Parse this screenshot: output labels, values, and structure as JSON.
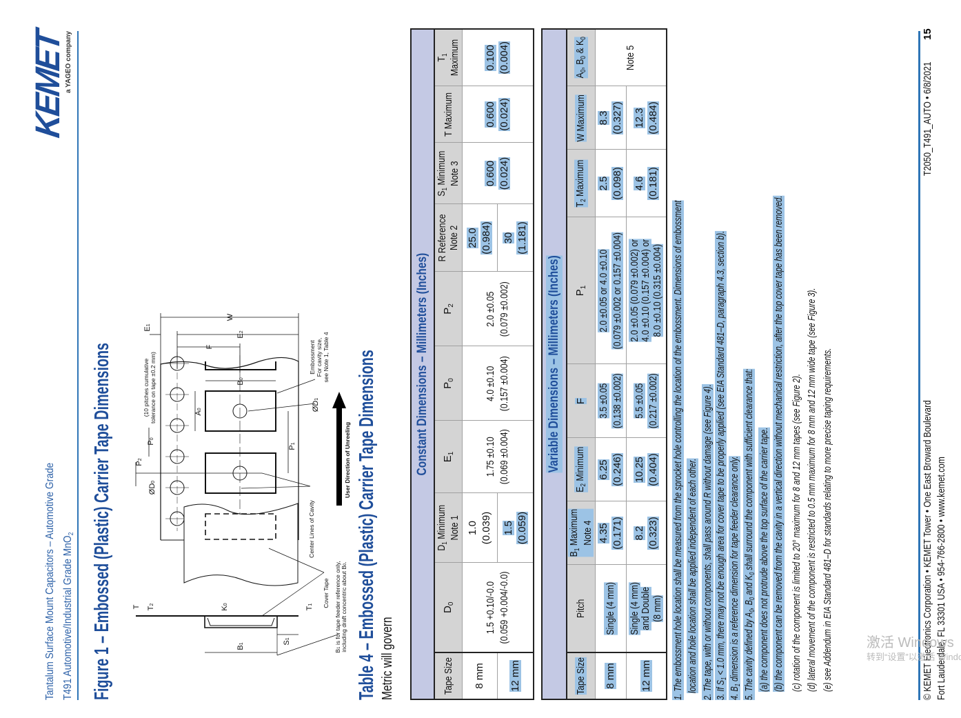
{
  "header": {
    "line1": "Tantalum Surface Mount Capacitors – Automotive Grade",
    "line2": "T491 Automotive/Industrial Grade MnO",
    "line2_sub": "2"
  },
  "logo": {
    "brand": "KEMET",
    "tagline": "a YAGEO company"
  },
  "figure_title": "Figure 1 – Embossed (Plastic) Carrier Tape Dimensions",
  "diagram": {
    "w": "W",
    "e1": {
      "t": "E",
      "s": "1"
    },
    "e2": {
      "t": "E",
      "s": "2"
    },
    "f": "F",
    "b0": {
      "t": "B",
      "s": "0"
    },
    "a0": {
      "t": "A",
      "s": "0"
    },
    "p0": {
      "t": "P",
      "s": "0"
    },
    "p1": {
      "t": "P",
      "s": "1"
    },
    "p2": {
      "t": "P",
      "s": "2"
    },
    "d0": {
      "t": "ØD",
      "s": "0"
    },
    "d1": {
      "t": "ØD",
      "s": "1"
    },
    "k0": {
      "t": "K",
      "s": "0"
    },
    "t": "T",
    "t2": {
      "t": "T",
      "s": "2"
    },
    "t1": {
      "t": "T",
      "s": "1"
    },
    "s1": {
      "t": "S",
      "s": "1"
    },
    "b1": {
      "t": "B",
      "s": "1"
    },
    "pitch_note": [
      "(10 pitches cumulative",
      "tolerance on tape ±0.2 mm)"
    ],
    "embossment": [
      "Embossment",
      "For cavity size,",
      "see Note 1, Table 4"
    ],
    "center_lines": "Center Lines of Cavity",
    "cover_tape": "Cover Tape",
    "direction": "User Direction of Unreeling",
    "b1_note": {
      "a": "B",
      "s": "1",
      "b": " is for tape feeder reference only,",
      "c": "including draft concentric about B",
      "s2": "0",
      "d": "."
    }
  },
  "table_title": "Table 4 – Embossed (Plastic) Carrier Tape Dimensions",
  "table_subtitle": "Metric will govern",
  "constant": {
    "title": "Constant Dimensions – Millimeters (Inches)",
    "headers": {
      "tape": "Tape Size",
      "d0": {
        "t": "D",
        "s": "0"
      },
      "d1": {
        "t": "D",
        "s": "1",
        "r": " Minimum",
        "n": "Note 1"
      },
      "e1": {
        "t": "E",
        "s": "1"
      },
      "p0": {
        "t": "P",
        "s": "0"
      },
      "p2": {
        "t": "P",
        "s": "2"
      },
      "r": {
        "t": "R Reference",
        "n": "Note 2"
      },
      "s1": {
        "t": "S",
        "s": "1",
        "r": " Minimum",
        "n": "Note 3"
      },
      "tmax": "T Maximum",
      "t1": {
        "t": "T",
        "s": "1",
        "n": "Maximum"
      }
    },
    "tape": [
      "8 mm",
      "12 mm"
    ],
    "d0": [
      "1.5 +0.10/-0.0",
      "(0.059 +0.004/-0.0)"
    ],
    "d1": [
      [
        "1.0",
        "(0.039)"
      ],
      [
        "1.5",
        "(0.059)"
      ]
    ],
    "e1": [
      "1.75 ±0.10",
      "(0.069 ±0.004)"
    ],
    "p0": [
      "4.0 ±0.10",
      "(0.157 ±0.004)"
    ],
    "p2": [
      "2.0 ±0.05",
      "(0.079 ±0.002)"
    ],
    "r": [
      [
        "25.0",
        "(0.984)"
      ],
      [
        "30",
        "(1.181)"
      ]
    ],
    "s1": [
      "0.600",
      "(0.024)"
    ],
    "t": [
      "0.600",
      "(0.024)"
    ],
    "t1": [
      "0.100",
      "(0.004)"
    ]
  },
  "variable": {
    "title": "Variable Dimensions – Millimeters (Inches)",
    "headers": {
      "tape": "Tape Size",
      "pitch": "Pitch",
      "b1": {
        "t": "B",
        "s": "1",
        "r": " Maximum",
        "n": "Note 4"
      },
      "e2": {
        "t": "E",
        "s": "2",
        "r": " Minimum"
      },
      "f": "F",
      "p1": {
        "t": "P",
        "s": "1"
      },
      "t2": {
        "t": "T",
        "s": "2",
        "r": " Maximum"
      },
      "w": "W Maximum",
      "abk": {
        "a": "A",
        "s1": "0",
        "b": ", B",
        "s2": "0",
        "c": " & K",
        "s3": "0"
      }
    },
    "rows": [
      {
        "tape": "8 mm",
        "pitch": [
          "Single (4 mm)"
        ],
        "b1": [
          "4.35",
          "(0.171)"
        ],
        "e2": [
          "6.25",
          "(0.246)"
        ],
        "f": [
          "3.5 ±0.05",
          "(0.138 ±0.002)"
        ],
        "p1": [
          "2.0 ±0.05 or 4.0 ±0.10",
          "(0.079 ±0.002 or 0.157 ±0.004)"
        ],
        "t2": [
          "2.5",
          "(0.098)"
        ],
        "w": [
          "8.3",
          "(0.327)"
        ]
      },
      {
        "tape": "12 mm",
        "pitch": [
          "Single (4 mm)",
          "and Double",
          "(8 mm)"
        ],
        "b1": [
          "8.2",
          "(0.323)"
        ],
        "e2": [
          "10.25",
          "(0.404)"
        ],
        "f": [
          "5.5 ±0.05",
          "(0.217 ±0.002)"
        ],
        "p1": [
          "2.0 ±0.05 (0.079 ±0.002) or",
          "4.0 ±0.10 (0.157 ±0.004) or",
          "8.0 ±0.10 (0.315 ±0.004)"
        ],
        "t2": [
          "4.6",
          "(0.181)"
        ],
        "w": [
          "12.3",
          "(0.484)"
        ]
      }
    ],
    "abk_note": "Note 5"
  },
  "notes": [
    [
      "1. The embossment hole location shall be measured from the sprocket hole controlling the location of the embossment. Dimensions of embossment"
    ],
    [
      "location and hole location shall be applied independent of each other."
    ],
    [
      "2. The tape, with or without components, shall pass around R without damage (see Figure 4)."
    ],
    [
      "3. If S",
      "1",
      " < 1.0 mm, there may not be enough area for cover tape to be properly applied (see EIA Standard 481–D, paragraph 4.3, section b)."
    ],
    [
      "4. B",
      "1",
      " dimension is a reference dimension for tape feeder clearance only."
    ],
    [
      "5. The cavity defined by A",
      "0",
      ", B",
      "0",
      " and K",
      "0",
      " shall surround the component with sufficient clearance that:"
    ],
    [
      "(a) the component does not protrude above the top surface of the carrier tape."
    ],
    [
      "(b) the component can be removed from the cavity in a vertical direction without mechanical restriction, after the top cover tape has been removed."
    ],
    [
      "(c) rotation of the component is limited to 20° maximum for 8 and 12 mm tapes (see Figure 2)."
    ],
    [
      "(d) lateral movement of the component is restricted to 0.5 mm maximum for 8 mm and 12 mm wide tape (see Figure 3)."
    ],
    [
      "(e) see Addendum in EIA Standard 481–D for standards relating to more precise taping requirements."
    ]
  ],
  "footer": {
    "line1": "© KEMET Electronics Corporation • KEMET Tower • One East Broward Boulevard",
    "line2": "Fort Lauderdale, FL 33301 USA • 954-766-2800 • www.kemet.com",
    "doc": "T2050_T491_AUTO • 6/8/2021",
    "page": "15"
  },
  "watermark": {
    "line1": "激活 Windows",
    "line2": "转到“设置”以激活 Windows。"
  },
  "colors": {
    "brand": "#1f4e9a",
    "rule": "#2e75b6",
    "table_title_bg": "#c4c9e4",
    "header_bg": "#d4d4d4",
    "selection": "#9cc3e5"
  }
}
